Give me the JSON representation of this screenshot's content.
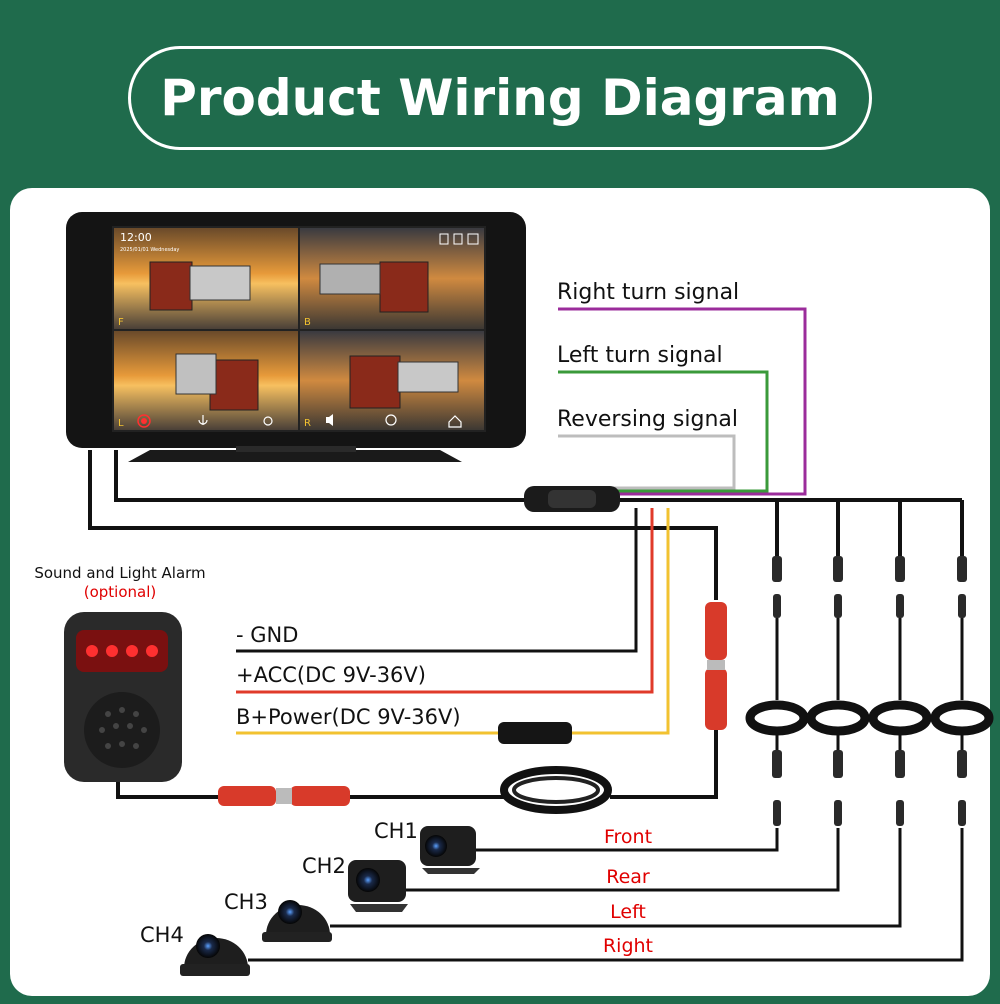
{
  "title": "Product Wiring Diagram",
  "monitor": {
    "time": "12:00",
    "date": "2025/01/01 Wednesday",
    "quad_labels": [
      "F",
      "B",
      "L",
      "R"
    ]
  },
  "signals": {
    "right_turn": "Right turn signal",
    "left_turn": "Left turn signal",
    "reversing": "Reversing signal"
  },
  "power": {
    "gnd": "- GND",
    "acc": "+ACC(DC 9V-36V)",
    "bplus": "B+Power(DC 9V-36V)"
  },
  "alarm": {
    "title": "Sound and Light Alarm",
    "note": "(optional)"
  },
  "cameras": [
    {
      "channel": "CH1",
      "position": "Front"
    },
    {
      "channel": "CH2",
      "position": "Rear"
    },
    {
      "channel": "CH3",
      "position": "Left"
    },
    {
      "channel": "CH4",
      "position": "Right"
    }
  ],
  "colors": {
    "background": "#1f6b4c",
    "right_turn_wire": "#9b2c9b",
    "left_turn_wire": "#3a9a3a",
    "reversing_wire": "#bdbdbd",
    "gnd_wire": "#111111",
    "acc_wire": "#e03a2a",
    "bplus_wire": "#f2c230",
    "label_red": "#e00000"
  }
}
